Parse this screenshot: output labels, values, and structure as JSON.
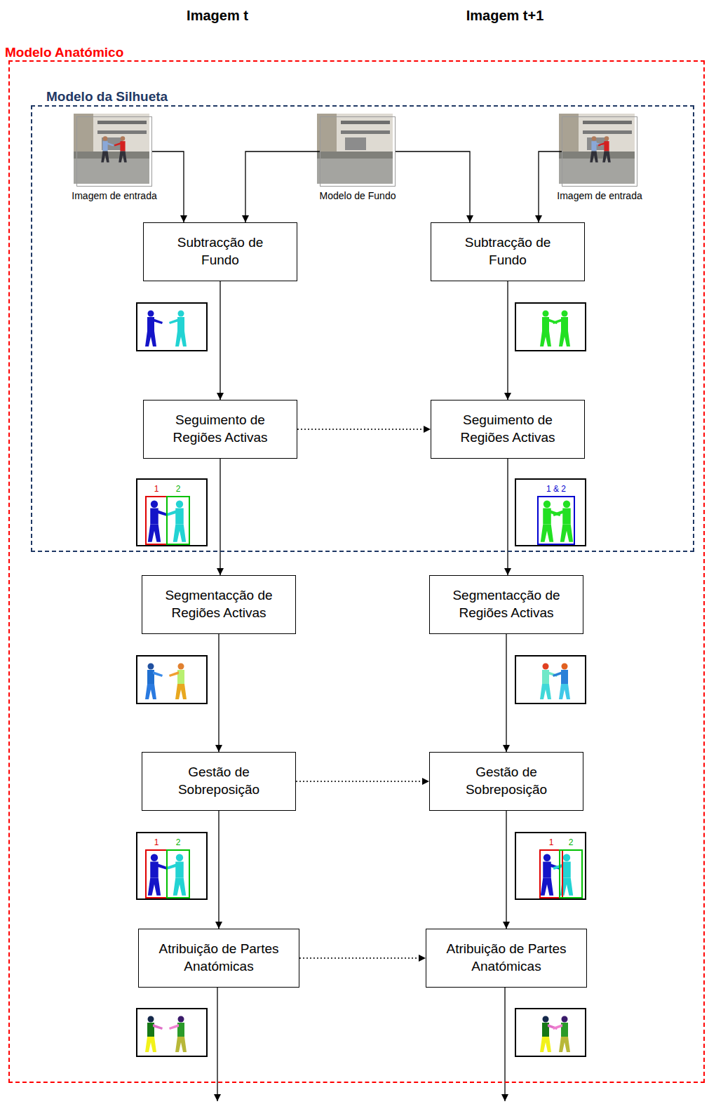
{
  "diagram": {
    "nodes": [
      {
        "text": [
          "Modelo Anatómico"
        ]
      },
      {
        "text": [
          "Modelo da Silhueta"
        ],
        "in": 0
      },
      {
        "text": [
          "Imagem de entrada"
        ],
        "in": 1
      },
      {
        "text": [
          "Modelo de Fundo"
        ],
        "in": 1
      },
      {
        "text": [
          "Imagem de entrada"
        ],
        "in": 1
      },
      {
        "text": [
          "Subtracção de Fundo"
        ],
        "in": 1
      },
      {
        "text": [
          "Subtracção de Fundo"
        ],
        "in": 1
      },
      {
        "text": [
          "Seguimento de Regiões Activas"
        ],
        "in": 1
      },
      {
        "text": [
          "Seguimento de Regiões Activas"
        ],
        "in": 1
      },
      {
        "text": [
          "Segmentacção de Regiões Activas"
        ],
        "in": 0
      },
      {
        "text": [
          "Segmentacção de Regiões Activas"
        ],
        "in": 0
      },
      {
        "text": [
          "Gestão de Sobreposição"
        ],
        "in": 0
      },
      {
        "text": [
          "Gestão de Sobreposição"
        ],
        "in": 0
      },
      {
        "text": [
          "Atribuição de Partes Anatómicas"
        ],
        "in": 0
      },
      {
        "text": [
          "Atribuição de Partes Anatómicas"
        ],
        "in": 0
      }
    ],
    "edges": [
      {
        "from": 2,
        "to": 5,
        "arrow": "to"
      },
      {
        "from": 3,
        "to": 5,
        "arrow": "to"
      },
      {
        "from": 3,
        "to": 6,
        "arrow": "to"
      },
      {
        "from": 4,
        "to": 6,
        "arrow": "to"
      },
      {
        "from": 5,
        "to": 7,
        "arrow": "to"
      },
      {
        "from": 6,
        "to": 8,
        "arrow": "to"
      },
      {
        "from": 7,
        "to": 8,
        "arrow": "to"
      },
      {
        "from": 7,
        "to": 9,
        "arrow": "to"
      },
      {
        "from": 8,
        "to": 10,
        "arrow": "to"
      },
      {
        "from": 9,
        "to": 11,
        "arrow": "to"
      },
      {
        "from": 10,
        "to": 12,
        "arrow": "to"
      },
      {
        "from": 11,
        "to": 12,
        "arrow": "to"
      },
      {
        "from": 11,
        "to": 13,
        "arrow": "to"
      },
      {
        "from": 12,
        "to": 14,
        "arrow": "to"
      },
      {
        "from": 13,
        "to": 14,
        "arrow": "to"
      }
    ],
    "labels": [
      "Imagem t",
      "Imagem t+1",
      "1",
      "2",
      "1 & 2",
      "1",
      "2",
      "1",
      "2"
    ]
  }
}
